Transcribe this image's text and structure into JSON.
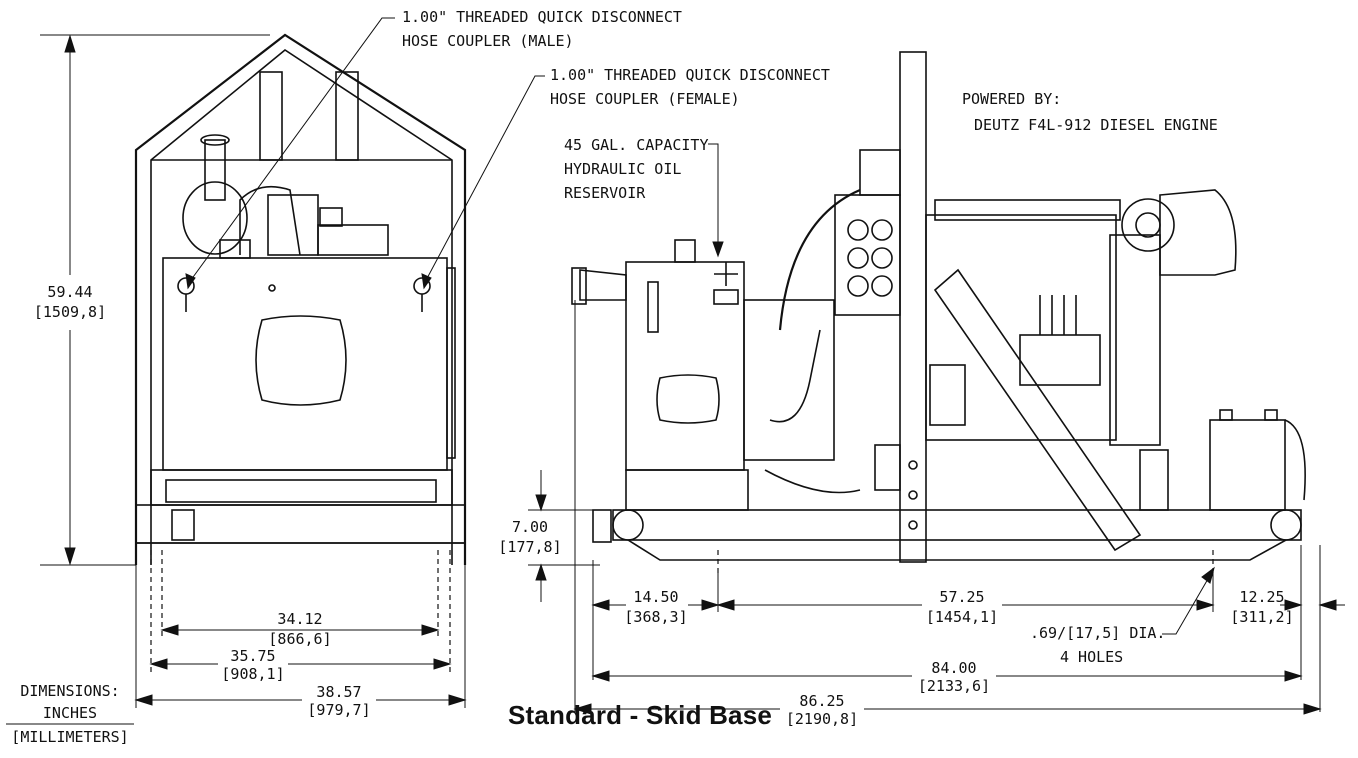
{
  "callouts": {
    "male_coupler_l1": "1.00\" THREADED QUICK DISCONNECT",
    "male_coupler_l2": "HOSE COUPLER (MALE)",
    "female_coupler_l1": "1.00\" THREADED QUICK DISCONNECT",
    "female_coupler_l2": "HOSE COUPLER (FEMALE)",
    "powered_l1": "POWERED BY:",
    "powered_l2": "DEUTZ F4L-912 DIESEL ENGINE",
    "reservoir_l1": "45 GAL. CAPACITY",
    "reservoir_l2": "HYDRAULIC OIL",
    "reservoir_l3": "RESERVOIR",
    "holes_l1": ".69/[17,5] DIA.",
    "holes_l2": "4 HOLES"
  },
  "dimensions": {
    "height": {
      "in": "59.44",
      "mm": "[1509,8]"
    },
    "w1": {
      "in": "34.12",
      "mm": "[866,6]"
    },
    "w2": {
      "in": "35.75",
      "mm": "[908,1]"
    },
    "w3": {
      "in": "38.57",
      "mm": "[979,7]"
    },
    "skid_h": {
      "in": "7.00",
      "mm": "[177,8]"
    },
    "d1": {
      "in": "14.50",
      "mm": "[368,3]"
    },
    "d2": {
      "in": "57.25",
      "mm": "[1454,1]"
    },
    "d3": {
      "in": "12.25",
      "mm": "[311,2]"
    },
    "d4": {
      "in": "84.00",
      "mm": "[2133,6]"
    },
    "d5": {
      "in": "86.25",
      "mm": "[2190,8]"
    }
  },
  "units_legend": {
    "label": "DIMENSIONS:",
    "inches": "INCHES",
    "millimeters": "[MILLIMETERS]"
  },
  "title": "Standard  - Skid Base"
}
